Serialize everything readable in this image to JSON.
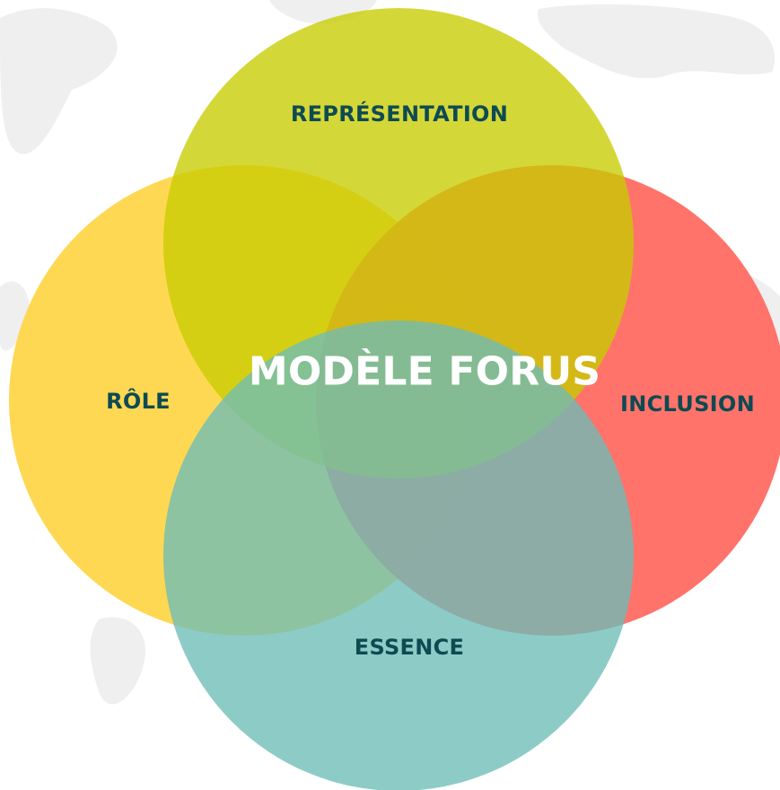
{
  "diagram": {
    "title": "MODÈLE FORUS",
    "circles": [
      {
        "key": "representation",
        "label": "REPRÉSENTATION",
        "color": "#c8cc00"
      },
      {
        "key": "role",
        "label": "RÔLE",
        "color": "#ffd64a"
      },
      {
        "key": "inclusion",
        "label": "INCLUSION",
        "color": "#ff6b63"
      },
      {
        "key": "essence",
        "label": "ESSENCE",
        "color": "#6dbdb7"
      }
    ],
    "label_color": "#0d4a52",
    "title_color": "#ffffff"
  }
}
